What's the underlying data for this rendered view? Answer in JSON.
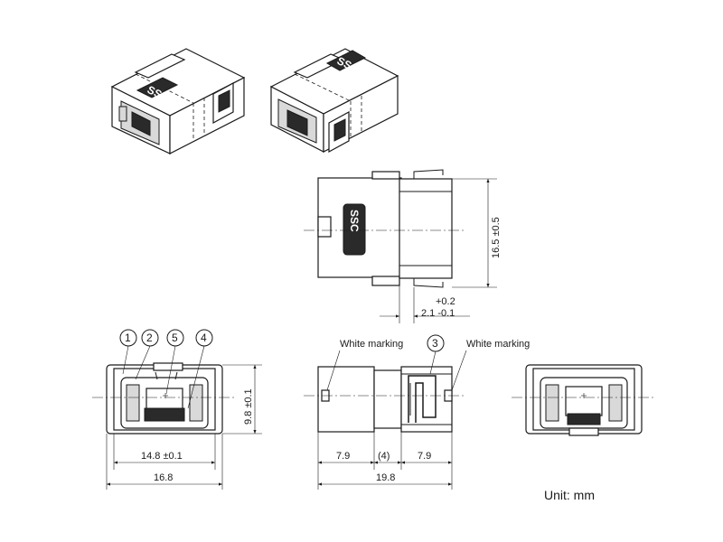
{
  "logo_text": "SSC",
  "balloons": [
    "1",
    "2",
    "5",
    "4",
    "3"
  ],
  "labels": {
    "white_marking_left": "White marking",
    "white_marking_right": "White marking",
    "unit": "Unit: mm"
  },
  "dimensions": {
    "height_side": "16.5 ±0.5",
    "tol_plus": "+0.2",
    "tol_value": "2.1 -0.1",
    "height_front": "9.8 ±0.1",
    "width_inner": "14.8 ±0.1",
    "width_total": "16.8",
    "seg_left": "7.9",
    "seg_mid": "(4)",
    "seg_right": "7.9",
    "length_total": "19.8"
  }
}
